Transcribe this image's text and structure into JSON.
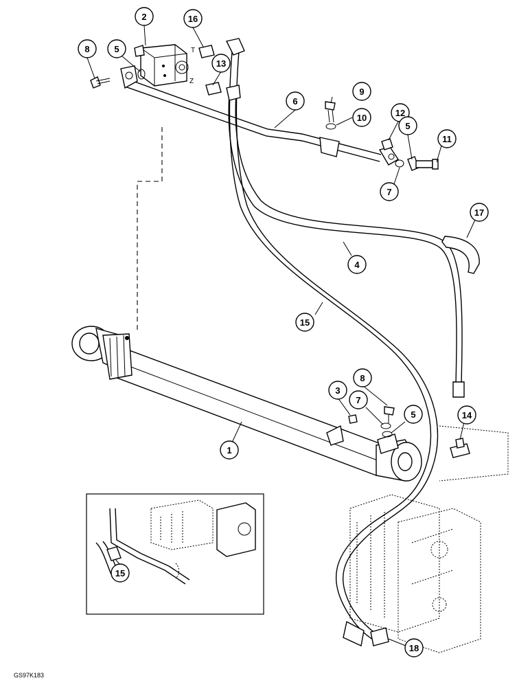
{
  "figure_code": "GS97K183",
  "port_labels": {
    "port_t": "T",
    "port_z": "Z"
  },
  "callouts": {
    "c1": "1",
    "c2": "2",
    "c3": "3",
    "c4": "4",
    "c5a": "5",
    "c5b": "5",
    "c5c": "5",
    "c6": "6",
    "c7a": "7",
    "c7b": "7",
    "c8a": "8",
    "c8b": "8",
    "c9": "9",
    "c10": "10",
    "c11": "11",
    "c12": "12",
    "c13": "13",
    "c14": "14",
    "c15a": "15",
    "c15b": "15",
    "c16": "16",
    "c17": "17",
    "c18": "18"
  },
  "colors": {
    "line": "#000000",
    "background": "#ffffff"
  }
}
